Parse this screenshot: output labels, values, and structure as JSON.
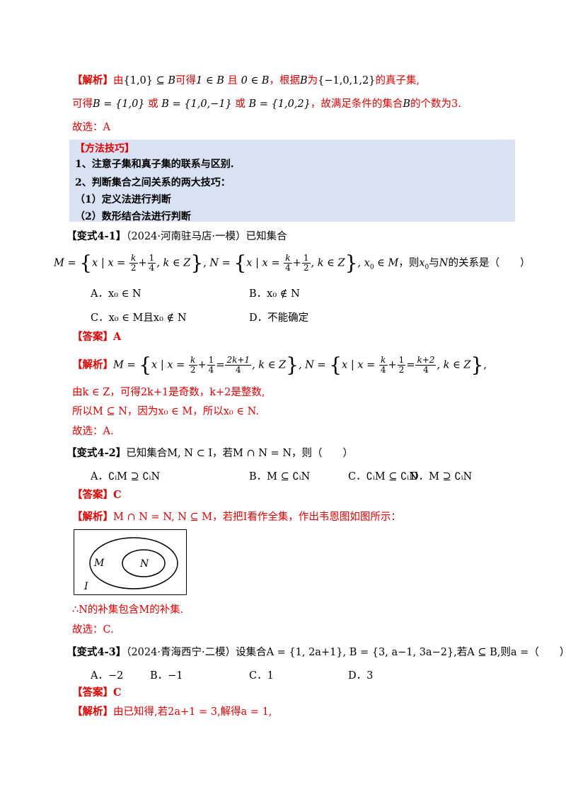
{
  "analysis_label": "【解析】",
  "answer_label": "【答案】",
  "choose_prefix": "故选：",
  "block1": {
    "l1_a": "由",
    "l1_set": "{1,0}",
    "l1_b": " ⊆ B",
    "l1_c": "可得",
    "l1_d": "1 ∈ B",
    "l1_e": " 且 ",
    "l1_f": "0 ∈ B",
    "l1_g": "，根据",
    "l1_h": "B",
    "l1_i": "为",
    "l1_set2": "{−1,0,1,2}",
    "l1_j": "的真子集,",
    "l2_a": "可得",
    "l2_s1": "B = {1,0}",
    "l2_or1": " 或 ",
    "l2_s2": "B = {1,0,−1}",
    "l2_or2": " 或 ",
    "l2_s3": "B = {1,0,2}",
    "l2_b": "，故满足条件的集合",
    "l2_c": "B",
    "l2_d": "的个数为3.",
    "choose": "故选：A"
  },
  "method_box": {
    "title": "【方法技巧】",
    "items": [
      "1、注意子集和真子集的联系与区别.",
      "2、判断集合之间关系的两大技巧：",
      "（1）定义法进行判断",
      "（2）数形结合法进行判断"
    ]
  },
  "q41": {
    "label": "【变式4-1】",
    "source": "（2024·河南驻马店·一模）已知集合",
    "stem_a": "M = ",
    "stem_b": "x | x = ",
    "frac_k": "k",
    "frac_2": "2",
    "frac_1": "1",
    "frac_4": "4",
    "stem_c": ", k ∈ Z",
    "stem_d": ", N = ",
    "stem_e": ", x",
    "stem_f": " ∈ M",
    "stem_g": "，则",
    "stem_h": "与",
    "stem_i": "N",
    "stem_j": "的关系是（　　）",
    "opt_a": "A．x₀ ∈ N",
    "opt_b": "B．x₀ ∉ N",
    "opt_c1": "C．x₀ ∈ M",
    "opt_c2": "且",
    "opt_c3": "x₀ ∉ N",
    "opt_d": "D．不能确定",
    "answer": "A",
    "ana_a": "M = ",
    "ana_b": ", N = ",
    "ana_c": ",",
    "frac_2k1": "2k+1",
    "frac_k2": "k+2",
    "line2": "由k ∈ Z，可得2k+1是奇数，k+2是整数,",
    "line3": "所以M ⊆ N，因为x₀ ∈ M，所以x₀ ∈ N.",
    "choose": "故选：A."
  },
  "q42": {
    "label": "【变式4-2】",
    "stem": "已知集合M, N ⊂ I，若M ∩ N = N，则（　　）",
    "opt_a": "A．∁ᵢM ⊇ ∁ᵢN",
    "opt_b": "B．M ⊆ ∁ᵢN",
    "opt_c": "C．∁ᵢM ⊆ ∁ᵢN",
    "opt_d": "D．M ⊇ ∁ᵢN",
    "answer": "C",
    "ana": "M ∩ N = N, N ⊆ M，若把I看作全集，作出韦恩图如图所示：",
    "venn_m": "M",
    "venn_n": "N",
    "venn_i": "I",
    "conclusion": "∴N的补集包含M的补集.",
    "choose": "故选：C."
  },
  "q43": {
    "label": "【变式4-3】",
    "stem": "（2024·青海西宁·二模）设集合A = {1, 2a+1}, B = {3, a−1, 3a−2},若A ⊆ B,则a =（　　）",
    "opt_a": "A．−2",
    "opt_b": "B．−1",
    "opt_c": "C．1",
    "opt_d": "D．3",
    "answer": "C",
    "ana": "由已知得,若2a+1 = 3,解得a = 1,"
  }
}
